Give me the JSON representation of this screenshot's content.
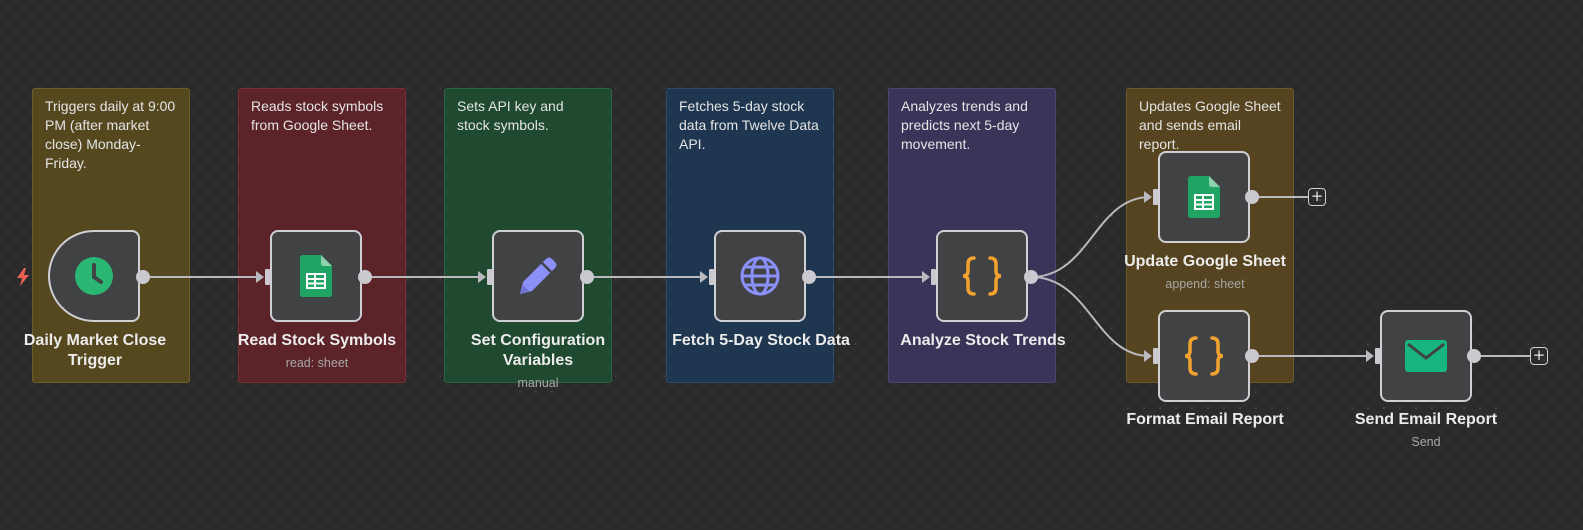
{
  "canvas": {
    "background": "#2b2b2b",
    "sticky_notes": [
      {
        "id": "trigger",
        "text": "Triggers daily at 9:00 PM (after market close) Monday-Friday.",
        "color": "#55481f"
      },
      {
        "id": "read",
        "text": "Reads stock symbols from Google Sheet.",
        "color": "#5c2429"
      },
      {
        "id": "config",
        "text": "Sets API key and stock symbols.",
        "color": "#1f4a2f"
      },
      {
        "id": "fetch",
        "text": "Fetches 5-day stock data from Twelve Data API.",
        "color": "#1f3650"
      },
      {
        "id": "analyze",
        "text": "Analyzes trends and predicts next 5-day movement.",
        "color": "#393559"
      },
      {
        "id": "update",
        "text": "Updates Google Sheet and sends email report.",
        "color": "#55441f"
      }
    ],
    "nodes": [
      {
        "id": "daily_trigger",
        "label": "Daily Market Close Trigger",
        "subtitle": "",
        "icon": "clock-icon"
      },
      {
        "id": "read_symbols",
        "label": "Read Stock Symbols",
        "subtitle": "read: sheet",
        "icon": "google-sheets-icon"
      },
      {
        "id": "set_config",
        "label": "Set Configuration Variables",
        "subtitle": "manual",
        "icon": "pencil-icon"
      },
      {
        "id": "fetch_data",
        "label": "Fetch 5-Day Stock Data",
        "subtitle": "",
        "icon": "globe-icon"
      },
      {
        "id": "analyze_trends",
        "label": "Analyze Stock Trends",
        "subtitle": "",
        "icon": "code-braces-icon"
      },
      {
        "id": "update_sheet",
        "label": "Update Google Sheet",
        "subtitle": "append: sheet",
        "icon": "google-sheets-icon"
      },
      {
        "id": "format_email",
        "label": "Format Email Report",
        "subtitle": "",
        "icon": "code-braces-icon"
      },
      {
        "id": "send_email",
        "label": "Send Email Report",
        "subtitle": "Send",
        "icon": "email-icon"
      }
    ],
    "add_buttons": [
      "+",
      "+"
    ],
    "colors": {
      "sheets_green": "#1fa463",
      "clock_green": "#2bb673",
      "pencil_purple": "#8b8ff8",
      "globe_purple": "#8b8ff8",
      "code_orange": "#f3a12e",
      "email_green": "#18b67e",
      "trigger_bolt": "#e8604f"
    }
  }
}
